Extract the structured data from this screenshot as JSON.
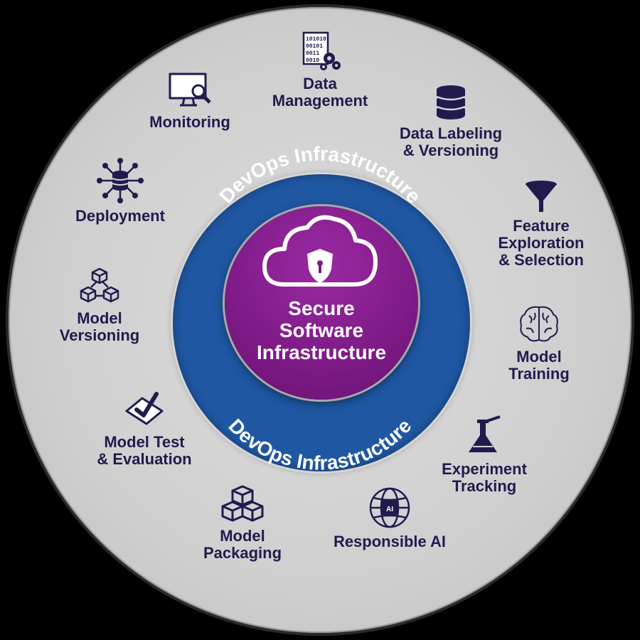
{
  "ring": {
    "top_label": "DevOps Infrastructure",
    "bottom_label": "DevOps Infrastructure"
  },
  "core": {
    "title": "Secure\nSoftware\nInfrastructure",
    "icon": "cloud-lock-icon"
  },
  "stages": [
    {
      "id": "data-management",
      "label": "Data\nManagement",
      "icon": "binary-gears-icon"
    },
    {
      "id": "data-labeling",
      "label": "Data Labeling\n& Versioning",
      "icon": "database-icon"
    },
    {
      "id": "feature-exploration",
      "label": "Feature\nExploration\n& Selection",
      "icon": "funnel-icon"
    },
    {
      "id": "model-training",
      "label": "Model\nTraining",
      "icon": "brain-icon"
    },
    {
      "id": "experiment-tracking",
      "label": "Experiment\nTracking",
      "icon": "flask-icon"
    },
    {
      "id": "responsible-ai",
      "label": "Responsible AI",
      "icon": "ai-globe-icon"
    },
    {
      "id": "model-packaging",
      "label": "Model\nPackaging",
      "icon": "cubes-icon"
    },
    {
      "id": "model-test",
      "label": "Model Test\n& Evaluation",
      "icon": "checklist-icon"
    },
    {
      "id": "model-versioning",
      "label": "Model\nVersioning",
      "icon": "cube-network-icon"
    },
    {
      "id": "deployment",
      "label": "Deployment",
      "icon": "database-network-icon"
    },
    {
      "id": "monitoring",
      "label": "Monitoring",
      "icon": "monitor-search-icon"
    }
  ],
  "colors": {
    "ring_gray": "#d4d4d4",
    "blue": "#1f57a2",
    "purple": "#7e1a86",
    "text_navy": "#1f1c4d"
  }
}
